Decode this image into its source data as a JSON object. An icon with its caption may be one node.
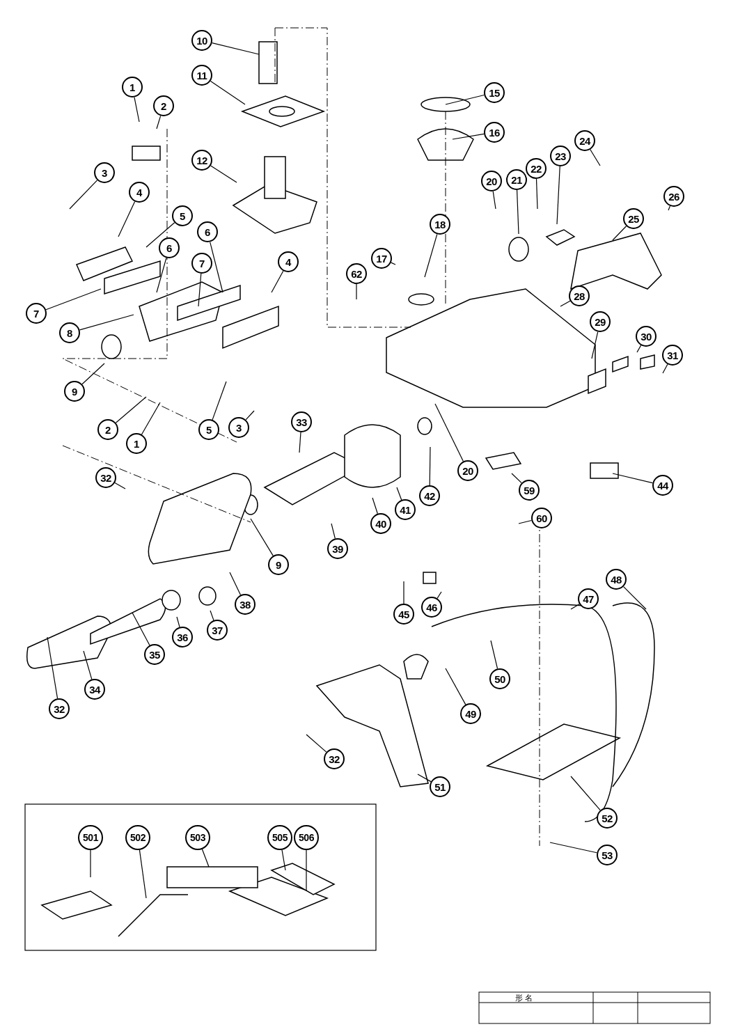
{
  "diagram": {
    "nodes": [
      {
        "text": [
          "10"
        ]
      },
      {
        "text": [
          "1"
        ]
      },
      {
        "text": [
          "2"
        ]
      },
      {
        "text": [
          "11"
        ]
      },
      {
        "text": [
          "15"
        ]
      },
      {
        "text": [
          "12"
        ]
      },
      {
        "text": [
          "16"
        ]
      },
      {
        "text": [
          "24"
        ]
      },
      {
        "text": [
          "23"
        ]
      },
      {
        "text": [
          "22"
        ]
      },
      {
        "text": [
          "21"
        ]
      },
      {
        "text": [
          "20"
        ]
      },
      {
        "text": [
          "26"
        ]
      },
      {
        "text": [
          "3"
        ]
      },
      {
        "text": [
          "4"
        ]
      },
      {
        "text": [
          "5"
        ]
      },
      {
        "text": [
          "6"
        ]
      },
      {
        "text": [
          "25"
        ]
      },
      {
        "text": [
          "18"
        ]
      },
      {
        "text": [
          "62"
        ]
      },
      {
        "text": [
          "17"
        ]
      },
      {
        "text": [
          "6"
        ]
      },
      {
        "text": [
          "7"
        ]
      },
      {
        "text": [
          "4"
        ]
      },
      {
        "text": [
          "28"
        ]
      },
      {
        "text": [
          "29"
        ]
      },
      {
        "text": [
          "30"
        ]
      },
      {
        "text": [
          "31"
        ]
      },
      {
        "text": [
          "7"
        ]
      },
      {
        "text": [
          "8"
        ]
      },
      {
        "text": [
          "9"
        ]
      },
      {
        "text": [
          "2"
        ]
      },
      {
        "text": [
          "1"
        ]
      },
      {
        "text": [
          "5"
        ]
      },
      {
        "text": [
          "3"
        ]
      },
      {
        "text": [
          "33"
        ]
      },
      {
        "text": [
          "32"
        ]
      },
      {
        "text": [
          "20"
        ]
      },
      {
        "text": [
          "44"
        ]
      },
      {
        "text": [
          "59"
        ]
      },
      {
        "text": [
          "40"
        ]
      },
      {
        "text": [
          "41"
        ]
      },
      {
        "text": [
          "42"
        ]
      },
      {
        "text": [
          "60"
        ]
      },
      {
        "text": [
          "39"
        ]
      },
      {
        "text": [
          "9"
        ]
      },
      {
        "text": [
          "38"
        ]
      },
      {
        "text": [
          "45"
        ]
      },
      {
        "text": [
          "46"
        ]
      },
      {
        "text": [
          "47"
        ]
      },
      {
        "text": [
          "48"
        ]
      },
      {
        "text": [
          "36"
        ]
      },
      {
        "text": [
          "37"
        ]
      },
      {
        "text": [
          "35"
        ]
      },
      {
        "text": [
          "50"
        ]
      },
      {
        "text": [
          "34"
        ]
      },
      {
        "text": [
          "49"
        ]
      },
      {
        "text": [
          "32"
        ]
      },
      {
        "text": [
          "32"
        ]
      },
      {
        "text": [
          "51"
        ]
      },
      {
        "text": [
          "52"
        ]
      },
      {
        "text": [
          "53"
        ]
      },
      {
        "text": [
          "501"
        ]
      },
      {
        "text": [
          "502"
        ]
      },
      {
        "text": [
          "503"
        ]
      },
      {
        "text": [
          "505"
        ]
      },
      {
        "text": [
          "506"
        ]
      }
    ],
    "edges": [
      {
        "from": 0,
        "to": null,
        "arrow": "none"
      },
      {
        "from": 1,
        "to": null,
        "arrow": "none"
      },
      {
        "from": 2,
        "to": null,
        "arrow": "none"
      },
      {
        "from": 3,
        "to": null,
        "arrow": "none"
      },
      {
        "from": 4,
        "to": null,
        "arrow": "none"
      },
      {
        "from": 5,
        "to": null,
        "arrow": "none"
      },
      {
        "from": 6,
        "to": null,
        "arrow": "none"
      },
      {
        "from": 7,
        "to": null,
        "arrow": "none"
      },
      {
        "from": 8,
        "to": null,
        "arrow": "none"
      },
      {
        "from": 9,
        "to": null,
        "arrow": "none"
      },
      {
        "from": 10,
        "to": null,
        "arrow": "none"
      },
      {
        "from": 11,
        "to": null,
        "arrow": "none"
      },
      {
        "from": 12,
        "to": null,
        "arrow": "none"
      },
      {
        "from": 13,
        "to": null,
        "arrow": "none"
      },
      {
        "from": 14,
        "to": null,
        "arrow": "none"
      },
      {
        "from": 15,
        "to": null,
        "arrow": "none"
      },
      {
        "from": 16,
        "to": null,
        "arrow": "none"
      },
      {
        "from": 17,
        "to": null,
        "arrow": "none"
      },
      {
        "from": 18,
        "to": null,
        "arrow": "none"
      },
      {
        "from": 19,
        "to": null,
        "arrow": "none"
      },
      {
        "from": 20,
        "to": null,
        "arrow": "none"
      },
      {
        "from": 21,
        "to": null,
        "arrow": "none"
      },
      {
        "from": 22,
        "to": null,
        "arrow": "none"
      },
      {
        "from": 23,
        "to": null,
        "arrow": "none"
      },
      {
        "from": 24,
        "to": null,
        "arrow": "none"
      },
      {
        "from": 25,
        "to": null,
        "arrow": "none"
      },
      {
        "from": 26,
        "to": null,
        "arrow": "none"
      },
      {
        "from": 27,
        "to": null,
        "arrow": "none"
      },
      {
        "from": 28,
        "to": null,
        "arrow": "none"
      },
      {
        "from": 29,
        "to": null,
        "arrow": "none"
      },
      {
        "from": 30,
        "to": null,
        "arrow": "none"
      },
      {
        "from": 31,
        "to": null,
        "arrow": "none"
      },
      {
        "from": 32,
        "to": null,
        "arrow": "none"
      },
      {
        "from": 33,
        "to": null,
        "arrow": "none"
      },
      {
        "from": 34,
        "to": null,
        "arrow": "none"
      },
      {
        "from": 35,
        "to": null,
        "arrow": "none"
      },
      {
        "from": 36,
        "to": null,
        "arrow": "none"
      },
      {
        "from": 37,
        "to": null,
        "arrow": "none"
      },
      {
        "from": 38,
        "to": null,
        "arrow": "none"
      },
      {
        "from": 39,
        "to": null,
        "arrow": "none"
      },
      {
        "from": 40,
        "to": null,
        "arrow": "none"
      },
      {
        "from": 41,
        "to": null,
        "arrow": "none"
      },
      {
        "from": 42,
        "to": null,
        "arrow": "none"
      },
      {
        "from": 43,
        "to": null,
        "arrow": "none"
      },
      {
        "from": 44,
        "to": null,
        "arrow": "none"
      },
      {
        "from": 45,
        "to": null,
        "arrow": "none"
      },
      {
        "from": 46,
        "to": null,
        "arrow": "none"
      },
      {
        "from": 47,
        "to": null,
        "arrow": "none"
      },
      {
        "from": 48,
        "to": null,
        "arrow": "none"
      },
      {
        "from": 49,
        "to": null,
        "arrow": "none"
      },
      {
        "from": 50,
        "to": null,
        "arrow": "none"
      },
      {
        "from": 51,
        "to": null,
        "arrow": "none"
      },
      {
        "from": 52,
        "to": null,
        "arrow": "none"
      },
      {
        "from": 53,
        "to": null,
        "arrow": "none"
      },
      {
        "from": 54,
        "to": null,
        "arrow": "none"
      },
      {
        "from": 55,
        "to": null,
        "arrow": "none"
      },
      {
        "from": 56,
        "to": null,
        "arrow": "none"
      },
      {
        "from": 57,
        "to": null,
        "arrow": "none"
      },
      {
        "from": 58,
        "to": null,
        "arrow": "none"
      },
      {
        "from": 59,
        "to": null,
        "arrow": "none"
      },
      {
        "from": 60,
        "to": null,
        "arrow": "none"
      },
      {
        "from": 61,
        "to": null,
        "arrow": "none"
      },
      {
        "from": 62,
        "to": null,
        "arrow": "none"
      },
      {
        "from": 63,
        "to": null,
        "arrow": "none"
      },
      {
        "from": 64,
        "to": null,
        "arrow": "none"
      },
      {
        "from": 65,
        "to": null,
        "arrow": "none"
      },
      {
        "from": 66,
        "to": null,
        "arrow": "none"
      }
    ],
    "labels": [
      "形 名"
    ]
  }
}
